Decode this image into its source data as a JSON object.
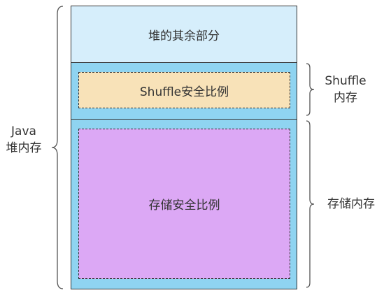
{
  "heap_other": {
    "label": "堆的其余部分"
  },
  "shuffle_safety": {
    "label": "Shuffle安全比例"
  },
  "storage_safety": {
    "label": "存储安全比例"
  },
  "braces": {
    "java_heap": {
      "line1": "Java",
      "line2": "堆内存"
    },
    "shuffle_memory": {
      "line1": "Shuffle",
      "line2": "内存"
    },
    "storage_memory": {
      "line1": "存储内存"
    }
  },
  "colors": {
    "heap_other_fill": "#d6eefb",
    "region_fill": "#8fd4f1",
    "shuffle_fill": "#f8e2b8",
    "storage_fill": "#dca8f5",
    "outline": "#333333"
  }
}
